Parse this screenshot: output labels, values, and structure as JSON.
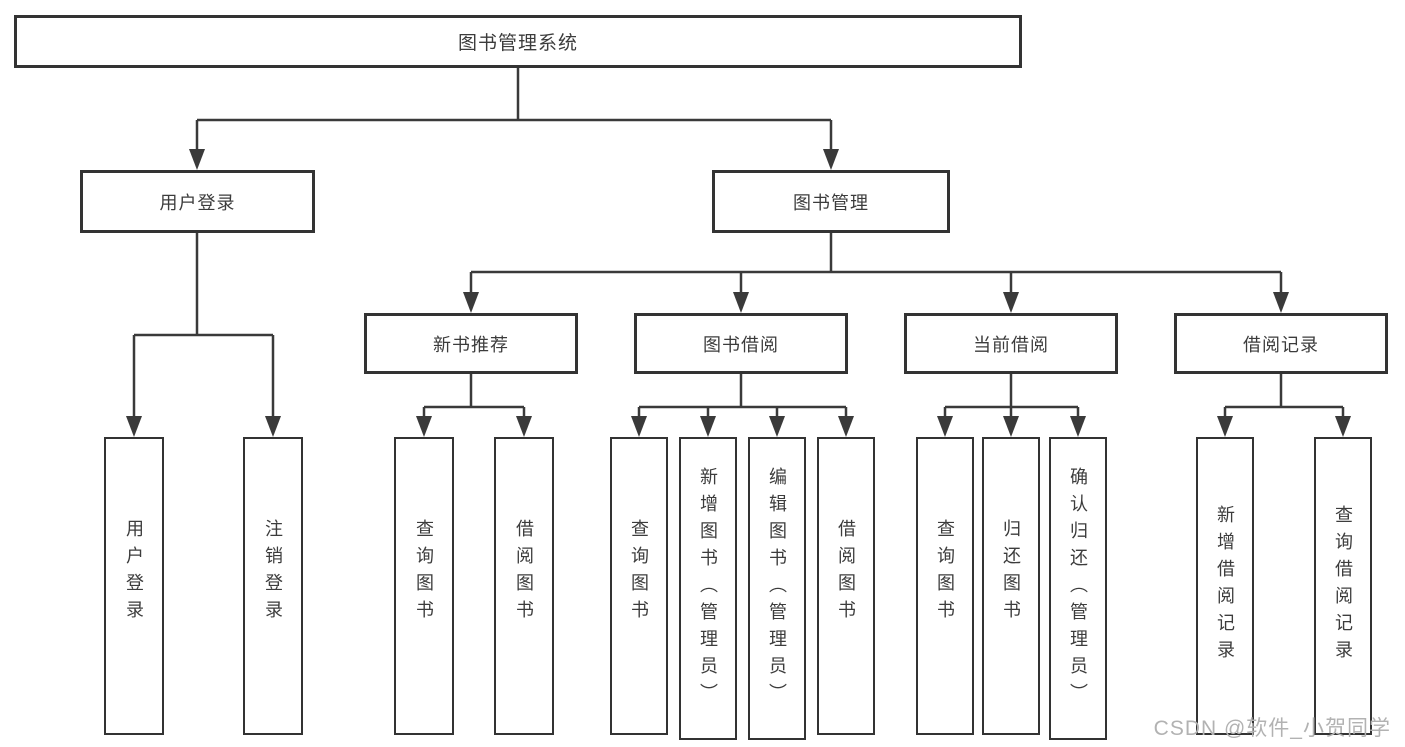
{
  "diagram": {
    "root": {
      "label": "图书管理系统",
      "children": [
        {
          "label": "用户登录",
          "children": [
            {
              "label": "用户登录"
            },
            {
              "label": "注销登录"
            }
          ]
        },
        {
          "label": "图书管理",
          "children": [
            {
              "label": "新书推荐",
              "children": [
                {
                  "label": "查询图书"
                },
                {
                  "label": "借阅图书"
                }
              ]
            },
            {
              "label": "图书借阅",
              "children": [
                {
                  "label": "查询图书"
                },
                {
                  "label": "新增图书（管理员）"
                },
                {
                  "label": "编辑图书（管理员）"
                },
                {
                  "label": "借阅图书"
                }
              ]
            },
            {
              "label": "当前借阅",
              "children": [
                {
                  "label": "查询图书"
                },
                {
                  "label": "归还图书"
                },
                {
                  "label": "确认归还（管理员）"
                }
              ]
            },
            {
              "label": "借阅记录",
              "children": [
                {
                  "label": "新增借阅记录"
                },
                {
                  "label": "查询借阅记录"
                }
              ]
            }
          ]
        }
      ]
    }
  },
  "watermark": {
    "label": "CSDN @软件_小贺同学",
    "color": "#b2b2b2"
  },
  "colors": {
    "line": "#3a3a3a",
    "box_border": "#333333",
    "box_background": "#ffffff",
    "text": "#3c3c3c",
    "page_background": "#ffffff"
  }
}
